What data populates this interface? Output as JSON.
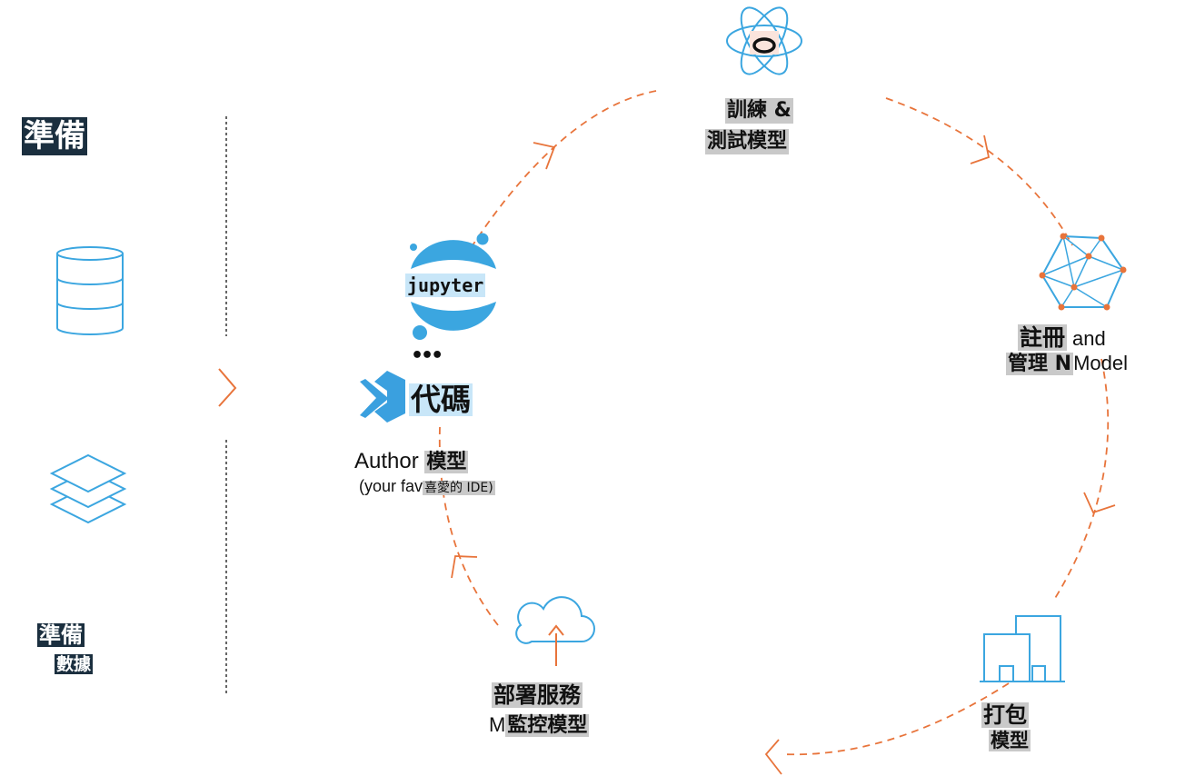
{
  "left_panel": {
    "title": "準備",
    "data_label_line1": "準備",
    "data_label_line2": "數據"
  },
  "center": {
    "jupyter_label": "jupyter",
    "ellipsis": "•••",
    "vscode_label": "代碼",
    "author_prefix": "Author ",
    "author_suffix": "模型",
    "ide_prefix": "(your fav",
    "ide_suffix": "喜愛的 IDE)"
  },
  "steps": {
    "train_line1": "訓練 &",
    "train_line2": "測試模型",
    "register_line1": "註冊",
    "register_line1_tail": "and",
    "register_line2": "管理 N",
    "register_line2_tail": "Model",
    "package_line1": "打包",
    "package_line2": "模型",
    "deploy_line1": "部署服務",
    "deploy_line2_prefix": "M",
    "deploy_line2": "監控模型"
  },
  "colors": {
    "accent_orange": "#e8743b",
    "icon_blue": "#3ba6e0",
    "vscode_blue": "#3aa0df",
    "label_dark": "#1b2f3f",
    "label_grey": "#c9c9c9"
  },
  "icons": [
    "database-icon",
    "layers-icon",
    "atom-icon",
    "network-icon",
    "buildings-icon",
    "cloud-upload-icon",
    "jupyter-logo",
    "vscode-logo"
  ]
}
